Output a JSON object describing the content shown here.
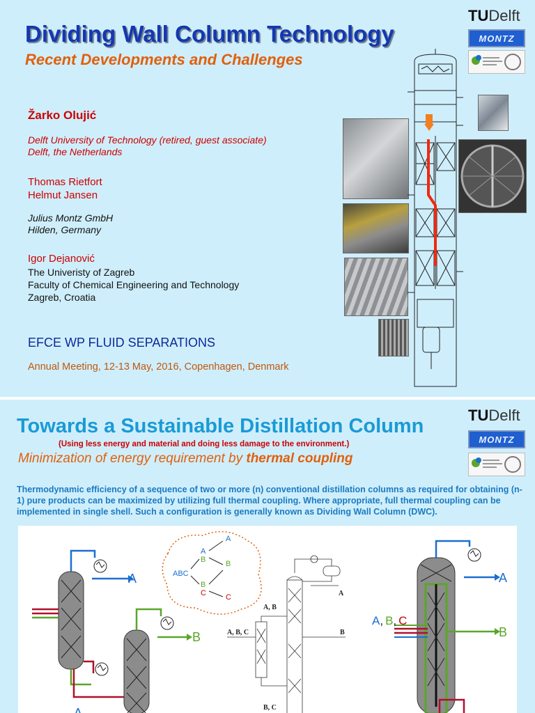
{
  "slide1": {
    "title": "Dividing Wall Column Technology",
    "subtitle": "Recent Developments and Challenges",
    "author_main": "Žarko Olujić",
    "affiliation_main": [
      "Delft University of Technology (retired, guest associate)",
      "Delft, the Netherlands"
    ],
    "authors_montz": [
      "Thomas Rietfort",
      "Helmut Jansen"
    ],
    "affiliation_montz": [
      "Julius Montz GmbH",
      "Hilden, Germany"
    ],
    "author_zagreb": "Igor Dejanović",
    "affiliation_zagreb": [
      "The Univeristy of Zagreb",
      "Faculty of Chemical Engineering and Technology",
      "Zagreb, Croatia"
    ],
    "efce": "EFCE WP FLUID SEPARATIONS",
    "meeting": "Annual Meeting, 12-13 May, 2016, Copenhagen, Denmark",
    "logos": {
      "tu": "TU",
      "delft": "Delft",
      "montz": "MONTZ"
    }
  },
  "slide2": {
    "title": "Towards a Sustainable Distillation Column",
    "note": "(Using less energy and material and doing less damage to the environment.)",
    "subtitle_plain": "Minimization of energy requirement by ",
    "subtitle_bold": "thermal coupling",
    "paragraph": "Thermodynamic efficiency of a sequence of two or more (n) conventional distillation columns as required for obtaining (n-1) pure products can be maximized by utilizing full thermal coupling. Where appropriate, full thermal coupling can be implemented in single shell. Such a configuration is generally known as Dividing Wall Column (DWC).",
    "logos": {
      "tu": "TU",
      "delft": "Delft",
      "montz": "MONTZ"
    },
    "diagram": {
      "labels_left": {
        "a": "A",
        "b": "B",
        "a2": "A"
      },
      "cloud": {
        "abc": "ABC",
        "a1": "A",
        "b1": "B",
        "b2": "B",
        "b3": "B",
        "c1": "C",
        "c2": "C",
        "a2": "A"
      },
      "middle": {
        "ab": "A, B",
        "abc": "A, B, C",
        "b": "B",
        "bc": "B, C",
        "a": "A"
      },
      "right": {
        "a": "A",
        "b": "B",
        "feed_a": "A",
        "feed_b": "B",
        "feed_c": "C",
        "sep1": ",",
        "sep2": ","
      }
    }
  },
  "colors": {
    "background": "#cfeefb",
    "title_blue": "#1438b0",
    "orange": "#e0600c",
    "red": "#cc0000",
    "cyan_title": "#1a9ad6",
    "stream_blue": "#1a6fd0",
    "stream_green": "#5aa62a",
    "stream_red": "#b0102a"
  }
}
